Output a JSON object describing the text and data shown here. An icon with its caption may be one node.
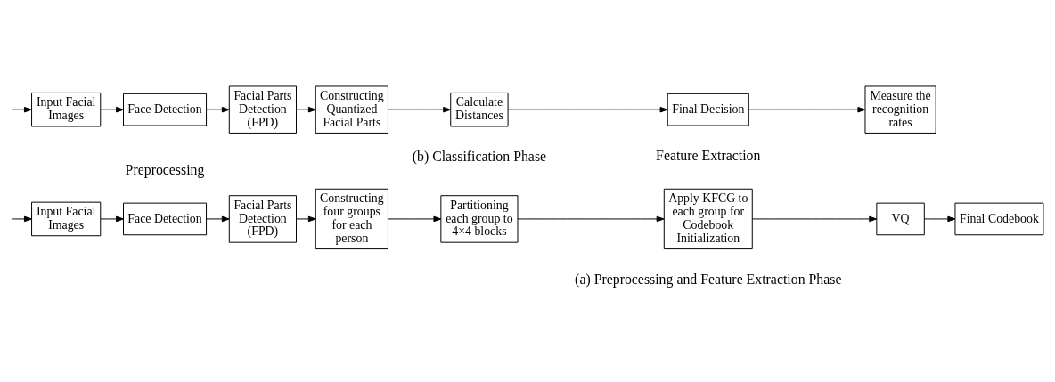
{
  "diagram": {
    "nodes": [
      {
        "text": [
          "Input Facial Images"
        ]
      },
      {
        "text": [
          "Face Detection"
        ]
      },
      {
        "text": [
          "Facial Parts Detection (FPD)"
        ]
      },
      {
        "text": [
          "Constructing four groups for each person"
        ]
      },
      {
        "text": [
          "Partitioning each group to 4×4 blocks"
        ]
      },
      {
        "text": [
          "Apply KFCG to each group for Codebook Initialization"
        ]
      },
      {
        "text": [
          "VQ"
        ]
      },
      {
        "text": [
          "Final Codebook"
        ]
      },
      {
        "text": [
          "Input Facial Images"
        ]
      },
      {
        "text": [
          "Face Detection"
        ]
      },
      {
        "text": [
          "Facial Parts Detection (FPD)"
        ]
      },
      {
        "text": [
          "Constructing Quantized Facial Parts"
        ]
      },
      {
        "text": [
          "Calculate Distances"
        ]
      },
      {
        "text": [
          "Final Decision"
        ]
      },
      {
        "text": [
          "Measure the recognition rates"
        ]
      }
    ],
    "edges": [
      {
        "from": null,
        "to": 0,
        "arrow": "to"
      },
      {
        "from": 0,
        "to": 1,
        "arrow": "to"
      },
      {
        "from": 1,
        "to": 2,
        "arrow": "to"
      },
      {
        "from": 2,
        "to": 3,
        "arrow": "to"
      },
      {
        "from": 3,
        "to": 4,
        "arrow": "to"
      },
      {
        "from": 4,
        "to": 5,
        "arrow": "to"
      },
      {
        "from": 5,
        "to": 6,
        "arrow": "to"
      },
      {
        "from": 6,
        "to": 7,
        "arrow": "to"
      },
      {
        "from": null,
        "to": 8,
        "arrow": "to"
      },
      {
        "from": 8,
        "to": 9,
        "arrow": "to"
      },
      {
        "from": 9,
        "to": 10,
        "arrow": "to"
      },
      {
        "from": 10,
        "to": 11,
        "arrow": "to"
      },
      {
        "from": 11,
        "to": 12,
        "arrow": "to"
      },
      {
        "from": 12,
        "to": 13,
        "arrow": "to"
      },
      {
        "from": 13,
        "to": 14,
        "arrow": "to"
      }
    ],
    "labels": [
      "Preprocessing",
      "Feature Extraction",
      "(a) Preprocessing and Feature Extraction Phase",
      "(b) Classification Phase"
    ]
  }
}
